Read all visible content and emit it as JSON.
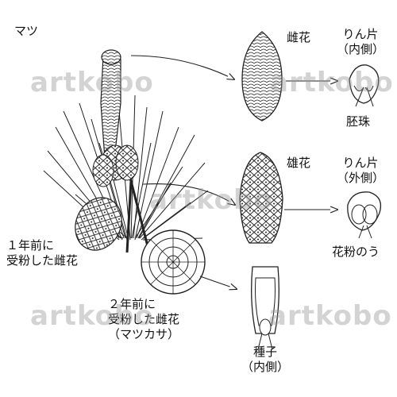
{
  "title": "マツ",
  "labels": {
    "female_flower": "雌花",
    "scale_inner": [
      "りん片",
      "（内側）"
    ],
    "ovule": "胚珠",
    "male_flower": "雄花",
    "scale_outer": [
      "りん片",
      "（外側）"
    ],
    "pollen_sac": "花粉のう",
    "one_year": [
      "１年前に",
      "受粉した雌花"
    ],
    "two_year": [
      "２年前に",
      "受粉した雌花",
      "（マツカサ）"
    ],
    "seed": [
      "種子",
      "（内側）"
    ]
  },
  "watermark": "artkobo"
}
